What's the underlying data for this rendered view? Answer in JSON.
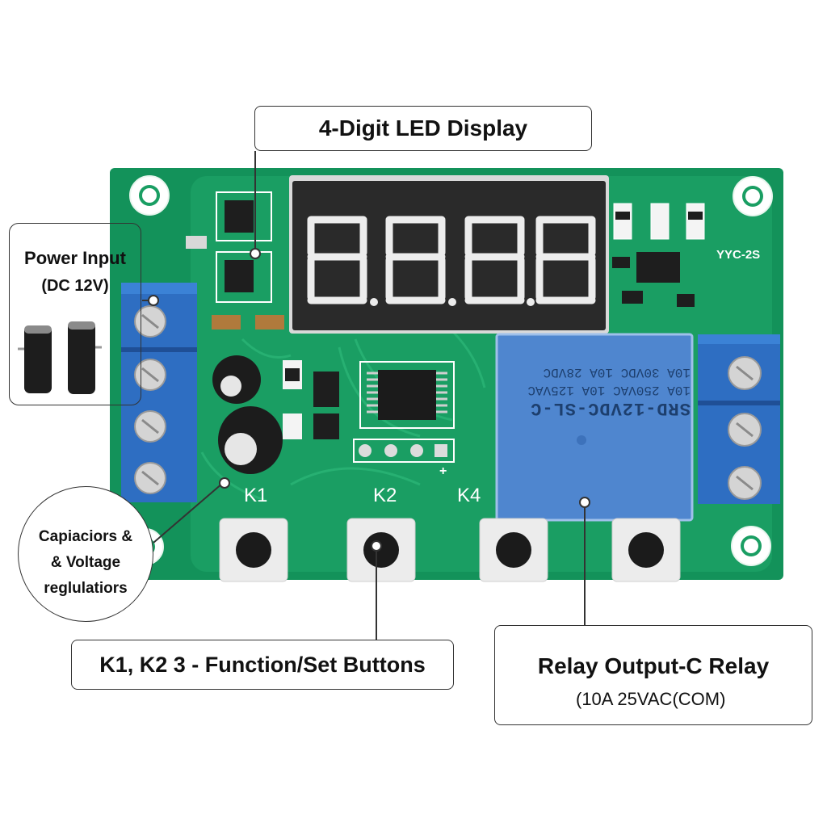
{
  "callouts": {
    "display": "4-Digit LED Display",
    "power_line1": "Power Input",
    "power_line2": "(DC 12V)",
    "caps_line1": "Capiaciors &",
    "caps_line2": "& Voltage",
    "caps_line3": "reglulatiors",
    "buttons": "K1, K2 3 - Function/Set Buttons",
    "relay_line1": "Relay Output-C Relay",
    "relay_line2": "(10A 25VAC(COM)"
  },
  "board": {
    "id_label": "YYC-2S",
    "button_labels": [
      "K1",
      "K2",
      "K4"
    ],
    "plus_label": "+",
    "relay_model": "SRD-12VDC-SL-C",
    "relay_rating_1": "10A 250VAC  10A 125VAC",
    "relay_rating_2": "10A 30VDC  10A 28VDC"
  },
  "colors": {
    "pcb": "#13925a",
    "relay": "#4f86cf",
    "terminal": "#2e6ec2",
    "display": "#2a2a2a",
    "segment": "#ececec"
  }
}
